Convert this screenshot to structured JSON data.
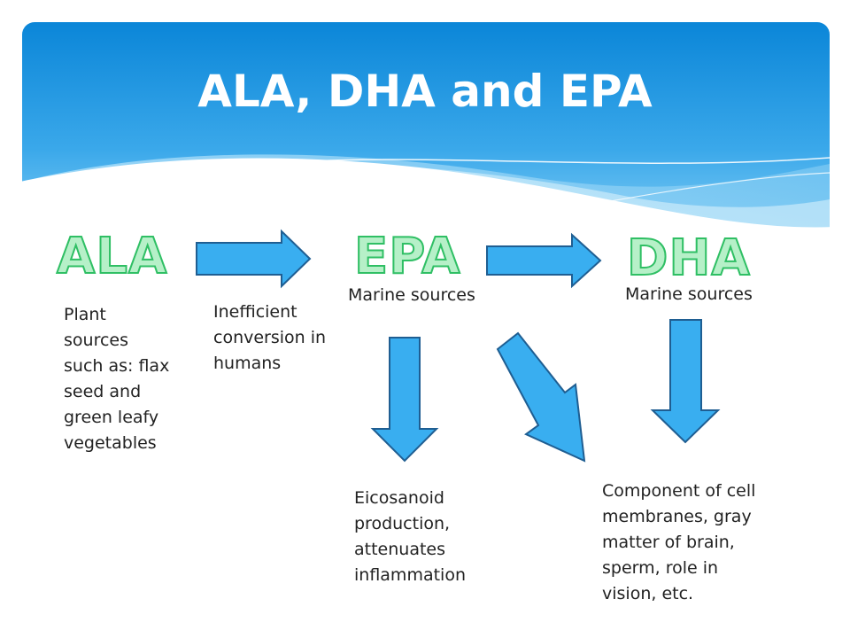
{
  "slide": {
    "title": "ALA, DHA and EPA"
  },
  "nodes": {
    "ala": {
      "label": "ALA",
      "description": "Plant\nsources\nsuch as: flax\nseed and\ngreen leafy\nvegetables"
    },
    "epa": {
      "label": "EPA",
      "source": "Marine sources",
      "effect": "Eicosanoid\nproduction,\nattenuates\ninflammation"
    },
    "dha": {
      "label": "DHA",
      "source": "Marine sources",
      "effect": "Component of cell\nmembranes, gray\nmatter of brain,\nsperm, role in\nvision, etc."
    }
  },
  "conversion_note": "Inefficient\nconversion in\nhumans",
  "colors": {
    "header_top": "#0b86d8",
    "header_bottom": "#6cc6f5",
    "arrow_fill": "#39aef0",
    "arrow_stroke": "#1f5e92",
    "label_fill": "#b6f0c8",
    "label_stroke": "#2fbf64"
  }
}
